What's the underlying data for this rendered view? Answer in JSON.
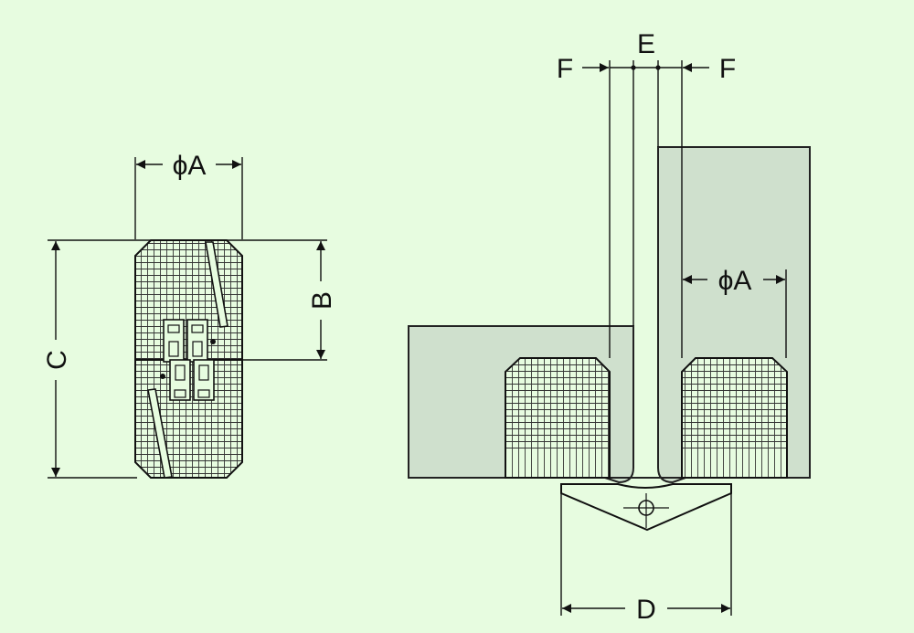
{
  "diagram": {
    "colors": {
      "background": "#e7fce0",
      "plate": "#cfe0cd",
      "outline": "#222222",
      "mesh": "#333333"
    },
    "side_view": {
      "labels": {
        "diameter": "ϕA",
        "height_b": "B",
        "height_c": "C"
      }
    },
    "section_view": {
      "labels": {
        "gap": "E",
        "offset_left": "F",
        "offset_right": "F",
        "diameter": "ϕA",
        "span": "D"
      }
    }
  }
}
